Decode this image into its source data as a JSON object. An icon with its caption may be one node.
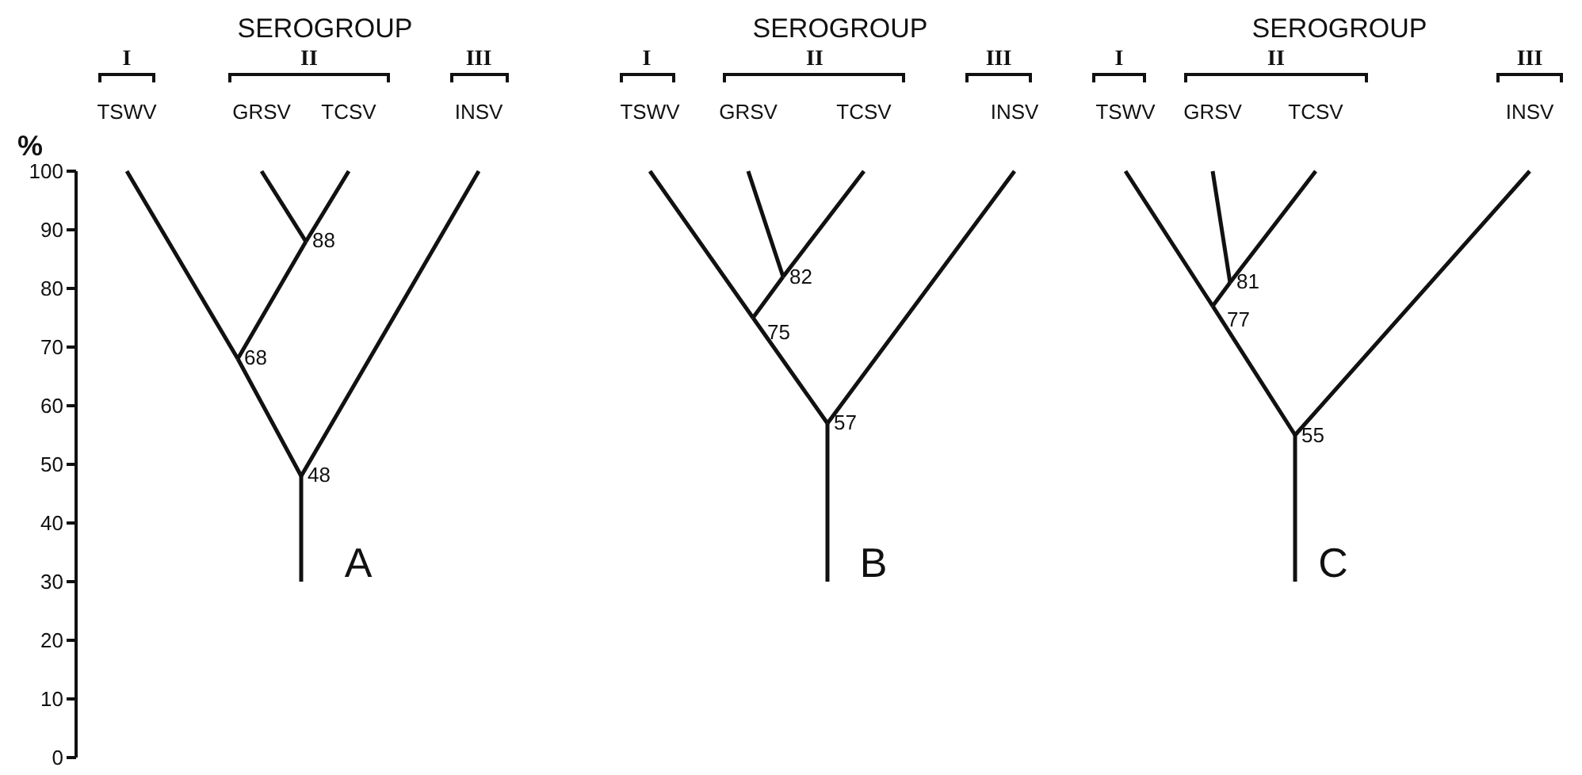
{
  "diagram": {
    "nodes": [
      {
        "text": [
          "TSWV"
        ]
      },
      {
        "text": [
          "GRSV"
        ]
      },
      {
        "text": [
          "TCSV"
        ]
      },
      {
        "text": [
          "INSV"
        ]
      },
      {
        "text": [
          "88"
        ]
      },
      {
        "text": [
          "68"
        ]
      },
      {
        "text": [
          "48"
        ]
      },
      {
        "text": [
          "TSWV"
        ]
      },
      {
        "text": [
          "GRSV"
        ]
      },
      {
        "text": [
          "TCSV"
        ]
      },
      {
        "text": [
          "INSV"
        ]
      },
      {
        "text": [
          "82"
        ]
      },
      {
        "text": [
          "75"
        ]
      },
      {
        "text": [
          "57"
        ]
      },
      {
        "text": [
          "TSWV"
        ]
      },
      {
        "text": [
          "GRSV"
        ]
      },
      {
        "text": [
          "TCSV"
        ]
      },
      {
        "text": [
          "INSV"
        ]
      },
      {
        "text": [
          "81"
        ]
      },
      {
        "text": [
          "77"
        ]
      },
      {
        "text": [
          "55"
        ]
      }
    ],
    "edges": [
      {
        "from": 4,
        "to": 1,
        "arrow": "none"
      },
      {
        "from": 4,
        "to": 2,
        "arrow": "none"
      },
      {
        "from": 5,
        "to": 0,
        "arrow": "none"
      },
      {
        "from": 5,
        "to": 4,
        "arrow": "none"
      },
      {
        "from": 6,
        "to": 5,
        "arrow": "none"
      },
      {
        "from": 6,
        "to": 3,
        "arrow": "none"
      },
      {
        "from": 6,
        "to": null,
        "arrow": "none"
      },
      {
        "from": 11,
        "to": 8,
        "arrow": "none"
      },
      {
        "from": 11,
        "to": 9,
        "arrow": "none"
      },
      {
        "from": 12,
        "to": 7,
        "arrow": "none"
      },
      {
        "from": 12,
        "to": 11,
        "arrow": "none"
      },
      {
        "from": 13,
        "to": 12,
        "arrow": "none"
      },
      {
        "from": 13,
        "to": 10,
        "arrow": "none"
      },
      {
        "from": 13,
        "to": null,
        "arrow": "none"
      },
      {
        "from": 18,
        "to": 15,
        "arrow": "none"
      },
      {
        "from": 18,
        "to": 16,
        "arrow": "none"
      },
      {
        "from": 19,
        "to": 14,
        "arrow": "none"
      },
      {
        "from": 19,
        "to": 18,
        "arrow": "none"
      },
      {
        "from": 20,
        "to": 19,
        "arrow": "none"
      },
      {
        "from": 20,
        "to": 17,
        "arrow": "none"
      },
      {
        "from": 20,
        "to": null,
        "arrow": "none"
      }
    ],
    "labels": [
      "SEROGROUP",
      "SEROGROUP",
      "SEROGROUP",
      "I",
      "II",
      "III",
      "I",
      "II",
      "III",
      "I",
      "II",
      "III",
      "%",
      "100",
      "90",
      "80",
      "70",
      "60",
      "50",
      "40",
      "30",
      "20",
      "10",
      "0",
      "A",
      "B",
      "C"
    ]
  }
}
